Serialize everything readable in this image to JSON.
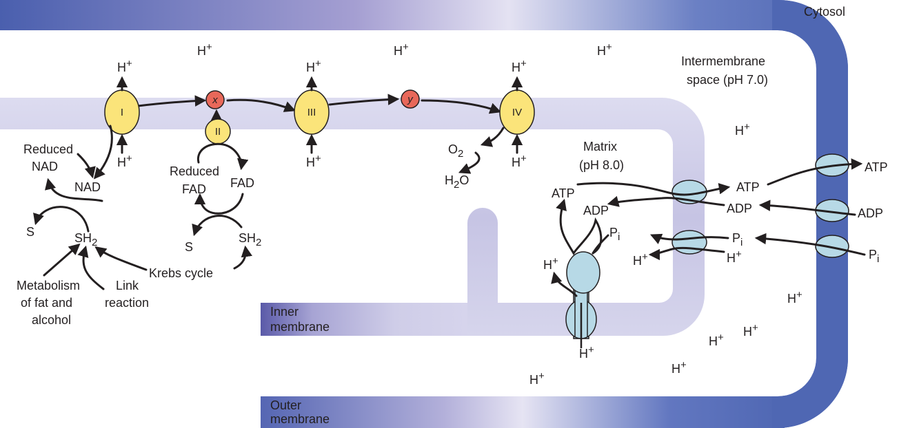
{
  "compartments": {
    "cytosol": "Cytosol",
    "intermembrane_1": "Intermembrane",
    "intermembrane_2": "space (pH 7.0)",
    "matrix_1": "Matrix",
    "matrix_2": "(pH 8.0)",
    "inner_membrane_1": "Inner",
    "inner_membrane_2": "membrane",
    "outer_membrane_1": "Outer",
    "outer_membrane_2": "membrane"
  },
  "complexes": {
    "c1": "I",
    "c2": "II",
    "c3": "III",
    "c4": "IV",
    "carrier_x": "x",
    "carrier_y": "y"
  },
  "proton": "H",
  "proton_charge": "+",
  "labels": {
    "reduced_nad_1": "Reduced",
    "reduced_nad_2": "NAD",
    "nad": "NAD",
    "reduced_fad_1": "Reduced",
    "reduced_fad_2": "FAD",
    "fad": "FAD",
    "s": "S",
    "sh": "SH",
    "sh_sub": "2",
    "o": "O",
    "o_sub": "2",
    "h2o_h": "H",
    "h2o_sub": "2",
    "h2o_o": "O",
    "krebs": "Krebs cycle",
    "metab_1": "Metabolism",
    "metab_2": "of fat and",
    "metab_3": "alcohol",
    "link_1": "Link",
    "link_2": "reaction",
    "atp": "ATP",
    "adp": "ADP",
    "p": "P",
    "p_sub": "i"
  },
  "colors": {
    "outer_membrane": "#4f67b3",
    "inner_membrane": "#c9c8e6",
    "complex": "#fbe47a",
    "carrier": "#e8685a",
    "transporter": "#b7d9e6"
  }
}
